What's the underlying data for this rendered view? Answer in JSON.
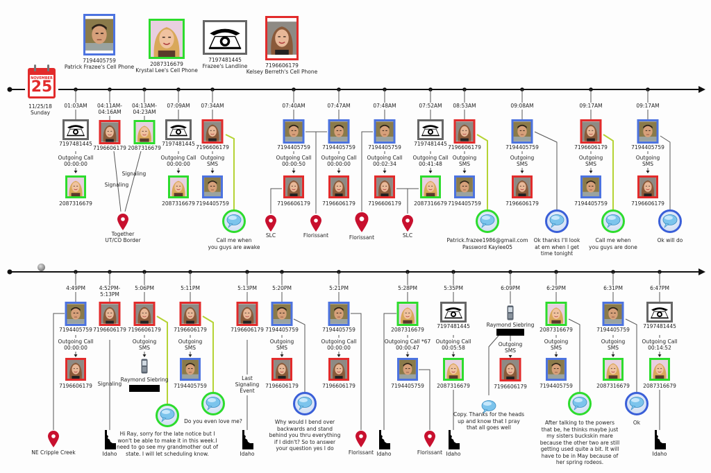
{
  "legend": [
    {
      "number": "7194405759",
      "label": "Patrick Frazee's Cell Phone",
      "kind": "patrick",
      "color": "#4c73e0"
    },
    {
      "number": "2087316679",
      "label": "Krystal Lee's Cell Phone",
      "kind": "krystal",
      "color": "#2ddc2d"
    },
    {
      "number": "7197481445",
      "label": "Frazee's Landline",
      "kind": "landline",
      "color": "#666666"
    },
    {
      "number": "7196606179",
      "label": "Kelsey Berreth's Cell Phone",
      "kind": "kelsey",
      "color": "#e22b2b"
    }
  ],
  "calendar": {
    "month": "NOVEMBER",
    "day": "25",
    "date": "11/25/18",
    "weekday": "Sunday"
  },
  "row1": [
    {
      "time": "01:03AM",
      "from": "landline",
      "from_num": "7197481445",
      "action": "Outgoing Call",
      "detail": "00:00:00",
      "to": "krystal",
      "to_num": "2087316679"
    },
    {
      "time": "04:11AM-\n04:16AM",
      "from": "kelsey",
      "from_num": "7196606179",
      "note": "Signaling"
    },
    {
      "time": "04:13AM-\n04:23AM",
      "from": "krystal",
      "from_num": "2087316679",
      "note": "Signaling"
    },
    {
      "time": "07:09AM",
      "from": "landline",
      "from_num": "7197481445",
      "action": "Outgoing Call",
      "detail": "00:00:00",
      "to": "krystal",
      "to_num": "2087316679"
    },
    {
      "time": "07:34AM",
      "from": "kelsey",
      "from_num": "7196606179",
      "action": "Outgoing",
      "detail": "SMS",
      "to": "patrick",
      "to_num": "7194405759",
      "message": "Call me when\nyou guys are awake"
    },
    {
      "time": "07:40AM",
      "from": "patrick",
      "from_num": "7194405759",
      "action": "Outgoing Call",
      "detail": "00:00:50",
      "to": "kelsey",
      "to_num": "7196606179",
      "location": "SLC"
    },
    {
      "time": "07:47AM",
      "from": "patrick",
      "from_num": "7194405759",
      "action": "Outgoing Call",
      "detail": "00:00:00",
      "to": "kelsey",
      "to_num": "7196606179",
      "location": "Florissant"
    },
    {
      "time": "07:48AM",
      "from": "patrick",
      "from_num": "7194405759",
      "action": "Outgoing Call",
      "detail": "00:02:34",
      "to": "kelsey",
      "to_num": "7196606179",
      "location": "Florissant"
    },
    {
      "time": "07:52AM",
      "from": "landline",
      "from_num": "7197481445",
      "action": "Outgoing Call",
      "detail": "00:41:48",
      "to": "krystal",
      "to_num": "2087316679",
      "location": "SLC"
    },
    {
      "time": "08:53AM",
      "from": "kelsey",
      "from_num": "7196606179",
      "action": "Outgoing",
      "detail": "SMS",
      "to": "patrick",
      "to_num": "7194405759",
      "message": "Patrick.frazee1986@gmail.com\nPassword Kaylee05"
    },
    {
      "time": "09:08AM",
      "from": "patrick",
      "from_num": "7194405759",
      "action": "Outgoing",
      "detail": "SMS",
      "to": "kelsey",
      "to_num": "7196606179",
      "message": "Ok thanks I'll look\nat em when I get\ntime tonight"
    },
    {
      "time": "09:17AM",
      "from": "kelsey",
      "from_num": "7196606179",
      "action": "Outgoing",
      "detail": "SMS",
      "to": "patrick",
      "to_num": "7194405759",
      "message": "Call me when\nyou guys are done"
    },
    {
      "time": "09:17AM",
      "from": "patrick",
      "from_num": "7194405759",
      "action": "Outgoing",
      "detail": "SMS",
      "to": "kelsey",
      "to_num": "7196606179",
      "message": "Ok will do"
    }
  ],
  "row1_locations": {
    "together": "Together\nUT/CO Border"
  },
  "row2": [
    {
      "time": "4:49PM",
      "from": "patrick",
      "from_num": "7194405759",
      "action": "Outgoing Call",
      "detail": "00:00:00",
      "to": "kelsey",
      "to_num": "7196606179",
      "location": "NE Cripple Creek"
    },
    {
      "time": "4:52PM-\n5:13PM",
      "from": "kelsey",
      "from_num": "7196606179",
      "note": "Signaling",
      "location": "Idaho"
    },
    {
      "time": "5:06PM",
      "from": "kelsey",
      "from_num": "7196606179",
      "action": "Outgoing",
      "detail": "SMS",
      "to": "cell",
      "to_name": "Raymond Siebring",
      "message": "Hi Ray, sorry for the late notice but I\nwon't be able to make it in this week.I\nneed to go see my grandmother out of\nstate. I will let scheduling know."
    },
    {
      "time": "5:11PM",
      "from": "kelsey",
      "from_num": "7196606179",
      "action": "Outgoing",
      "detail": "SMS",
      "to": "patrick",
      "to_num": "7194405759",
      "message": "Do you even love me?"
    },
    {
      "time": "5:13PM",
      "from": "kelsey",
      "from_num": "7196606179",
      "note": "Last\nSignaling\nEvent",
      "location": "Idaho"
    },
    {
      "time": "5:20PM",
      "from": "patrick",
      "from_num": "7194405759",
      "action": "Outgoing",
      "detail": "SMS",
      "to": "kelsey",
      "to_num": "7196606179",
      "message": "Why would I bend over\nbackwards and stand\nbehind you thru everything\nif I didn't? So to answer\nyour question yes I do"
    },
    {
      "time": "5:21PM",
      "from": "patrick",
      "from_num": "7194405759",
      "action": "Outgoing Call",
      "detail": "00:00:00",
      "to": "kelsey",
      "to_num": "7196606179",
      "location": "Florissant",
      "location2": "Idaho"
    },
    {
      "time": "5:28PM",
      "from": "krystal",
      "from_num": "2087316679",
      "action": "Outgoing Call *67",
      "detail": "00:00:47",
      "to": "patrick",
      "to_num": "7194405759",
      "location": "Florissant",
      "location2": "Idaho"
    },
    {
      "time": "5:35PM",
      "from": "landline",
      "from_num": "7197481445",
      "action": "Outgoing Call",
      "detail": "00:05:58",
      "to": "krystal",
      "to_num": "2087316679"
    },
    {
      "time": "6:09PM",
      "from": "cell",
      "from_name": "Raymond Siebring",
      "action": "Outgoing",
      "detail": "SMS",
      "to": "kelsey",
      "to_num": "7196606179",
      "message": "Copy. Thanks for the heads\nup and know that I pray\nthat all goes well"
    },
    {
      "time": "6:29PM",
      "from": "krystal",
      "from_num": "2087316679",
      "action": "Outgoing",
      "detail": "SMS",
      "to": "patrick",
      "to_num": "7194405759",
      "message": "After talking to the powers\nthat be, he thinks maybe just\nmy sisters buckskin mare\nbecause the other two are still\ngetting used quite a bit. It will\nhave to be in May because of\nher spring rodeos."
    },
    {
      "time": "6:31PM",
      "from": "patrick",
      "from_num": "7194405759",
      "action": "Outgoing",
      "detail": "SMS",
      "to": "krystal",
      "to_num": "2087316679",
      "message": "Ok"
    },
    {
      "time": "6:47PM",
      "from": "landline",
      "from_num": "7197481445",
      "action": "Outgoing Call",
      "detail": "00:14:52",
      "to": "krystal",
      "to_num": "2087316679",
      "location": "Idaho"
    }
  ],
  "colors": {
    "patrick": "#4c73e0",
    "krystal": "#2ddc2d",
    "kelsey": "#e22b2b",
    "landline": "#666666",
    "sms_green": "#b5d334",
    "pin": "#c8102e"
  }
}
